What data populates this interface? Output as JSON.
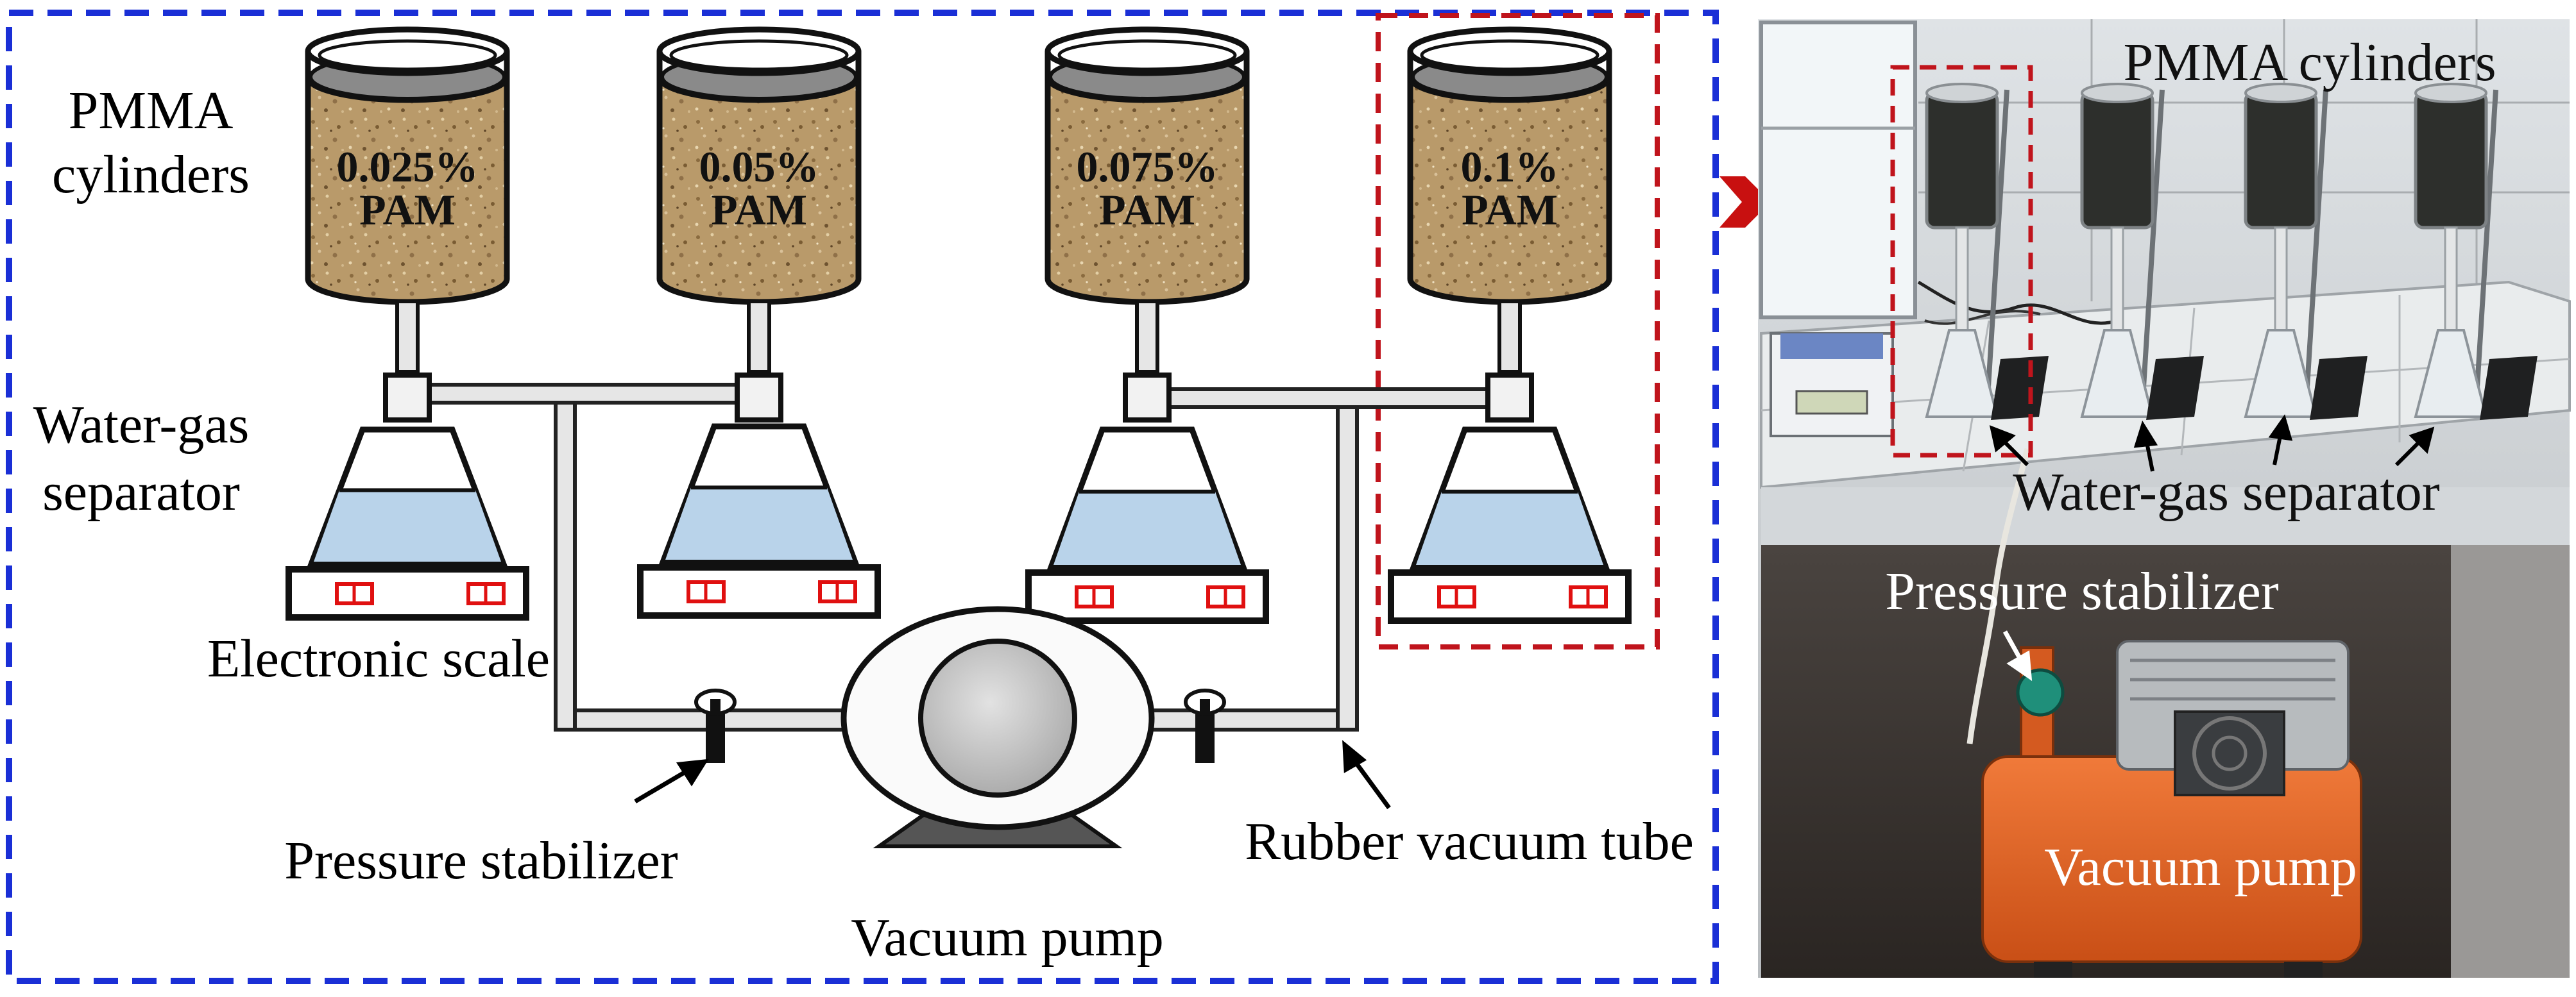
{
  "schematic": {
    "labels": {
      "pmma_line1": "PMMA",
      "pmma_line2": "cylinders",
      "separator_line1": "Water-gas",
      "separator_line2": "separator",
      "scale": "Electronic scale",
      "stabilizer": "Pressure stabilizer",
      "pump": "Vacuum pump",
      "tube": "Rubber vacuum tube"
    },
    "cylinders": [
      {
        "conc": "0.025%",
        "agent": "PAM"
      },
      {
        "conc": "0.05%",
        "agent": "PAM"
      },
      {
        "conc": "0.075%",
        "agent": "PAM"
      },
      {
        "conc": "0.1%",
        "agent": "PAM"
      }
    ]
  },
  "photo": {
    "labels": {
      "pmma": "PMMA cylinders",
      "separator": "Water-gas separator",
      "stabilizer": "Pressure stabilizer",
      "pump": "Vacuum pump"
    }
  },
  "colors": {
    "outer_frame": "#1a2fd6",
    "highlight_frame": "#c0141c",
    "arrow": "#c81010",
    "soil": "#b99a6a",
    "water": "#b9d3ea",
    "tube": "#e6e6e6",
    "scale_marks": "#e01010",
    "pump_body": "#c8c8c8"
  }
}
